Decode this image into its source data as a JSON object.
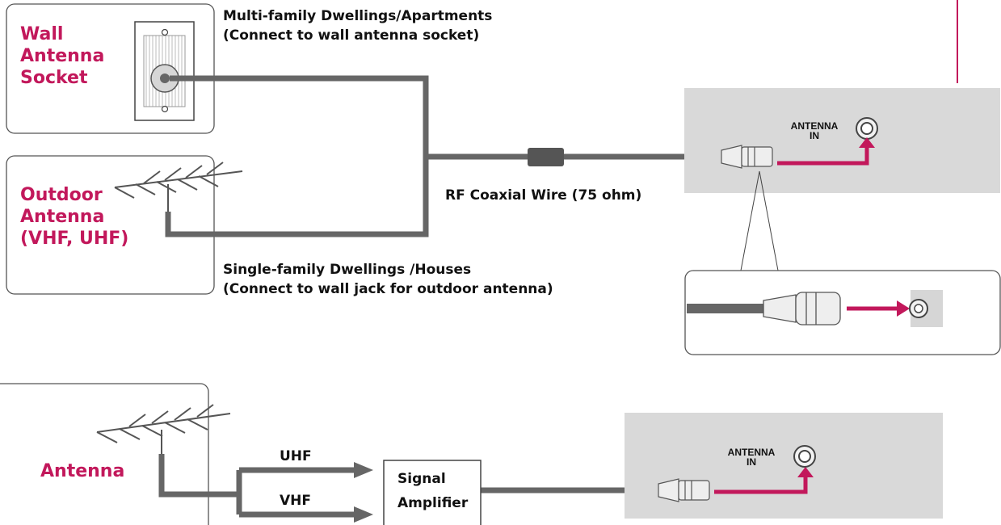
{
  "colors": {
    "accent": "#c2185b",
    "cable": "#666666",
    "tv_panel": "#d9d9d9",
    "border": "#555555"
  },
  "top_diagram": {
    "wall_socket": {
      "label_lines": [
        "Wall",
        "Antenna",
        "Socket"
      ]
    },
    "outdoor": {
      "label_lines": [
        "Outdoor",
        "Antenna",
        "(VHF, UHF)"
      ]
    },
    "multi_family": {
      "line1": "Multi-family Dwellings/Apartments",
      "line2": "(Connect to wall antenna socket)"
    },
    "single_family": {
      "line1": "Single-family Dwellings /Houses",
      "line2": "(Connect to wall jack for outdoor antenna)"
    },
    "cable_label": "RF Coaxial Wire (75 ohm)",
    "tv_port": {
      "line1": "ANTENNA",
      "line2": "IN"
    }
  },
  "bottom_diagram": {
    "antenna_label": "Antenna",
    "uhf": "UHF",
    "vhf": "VHF",
    "amplifier": {
      "line1": "Signal",
      "line2": "Amplifier"
    },
    "tv_port": {
      "line1": "ANTENNA",
      "line2": "IN"
    }
  }
}
